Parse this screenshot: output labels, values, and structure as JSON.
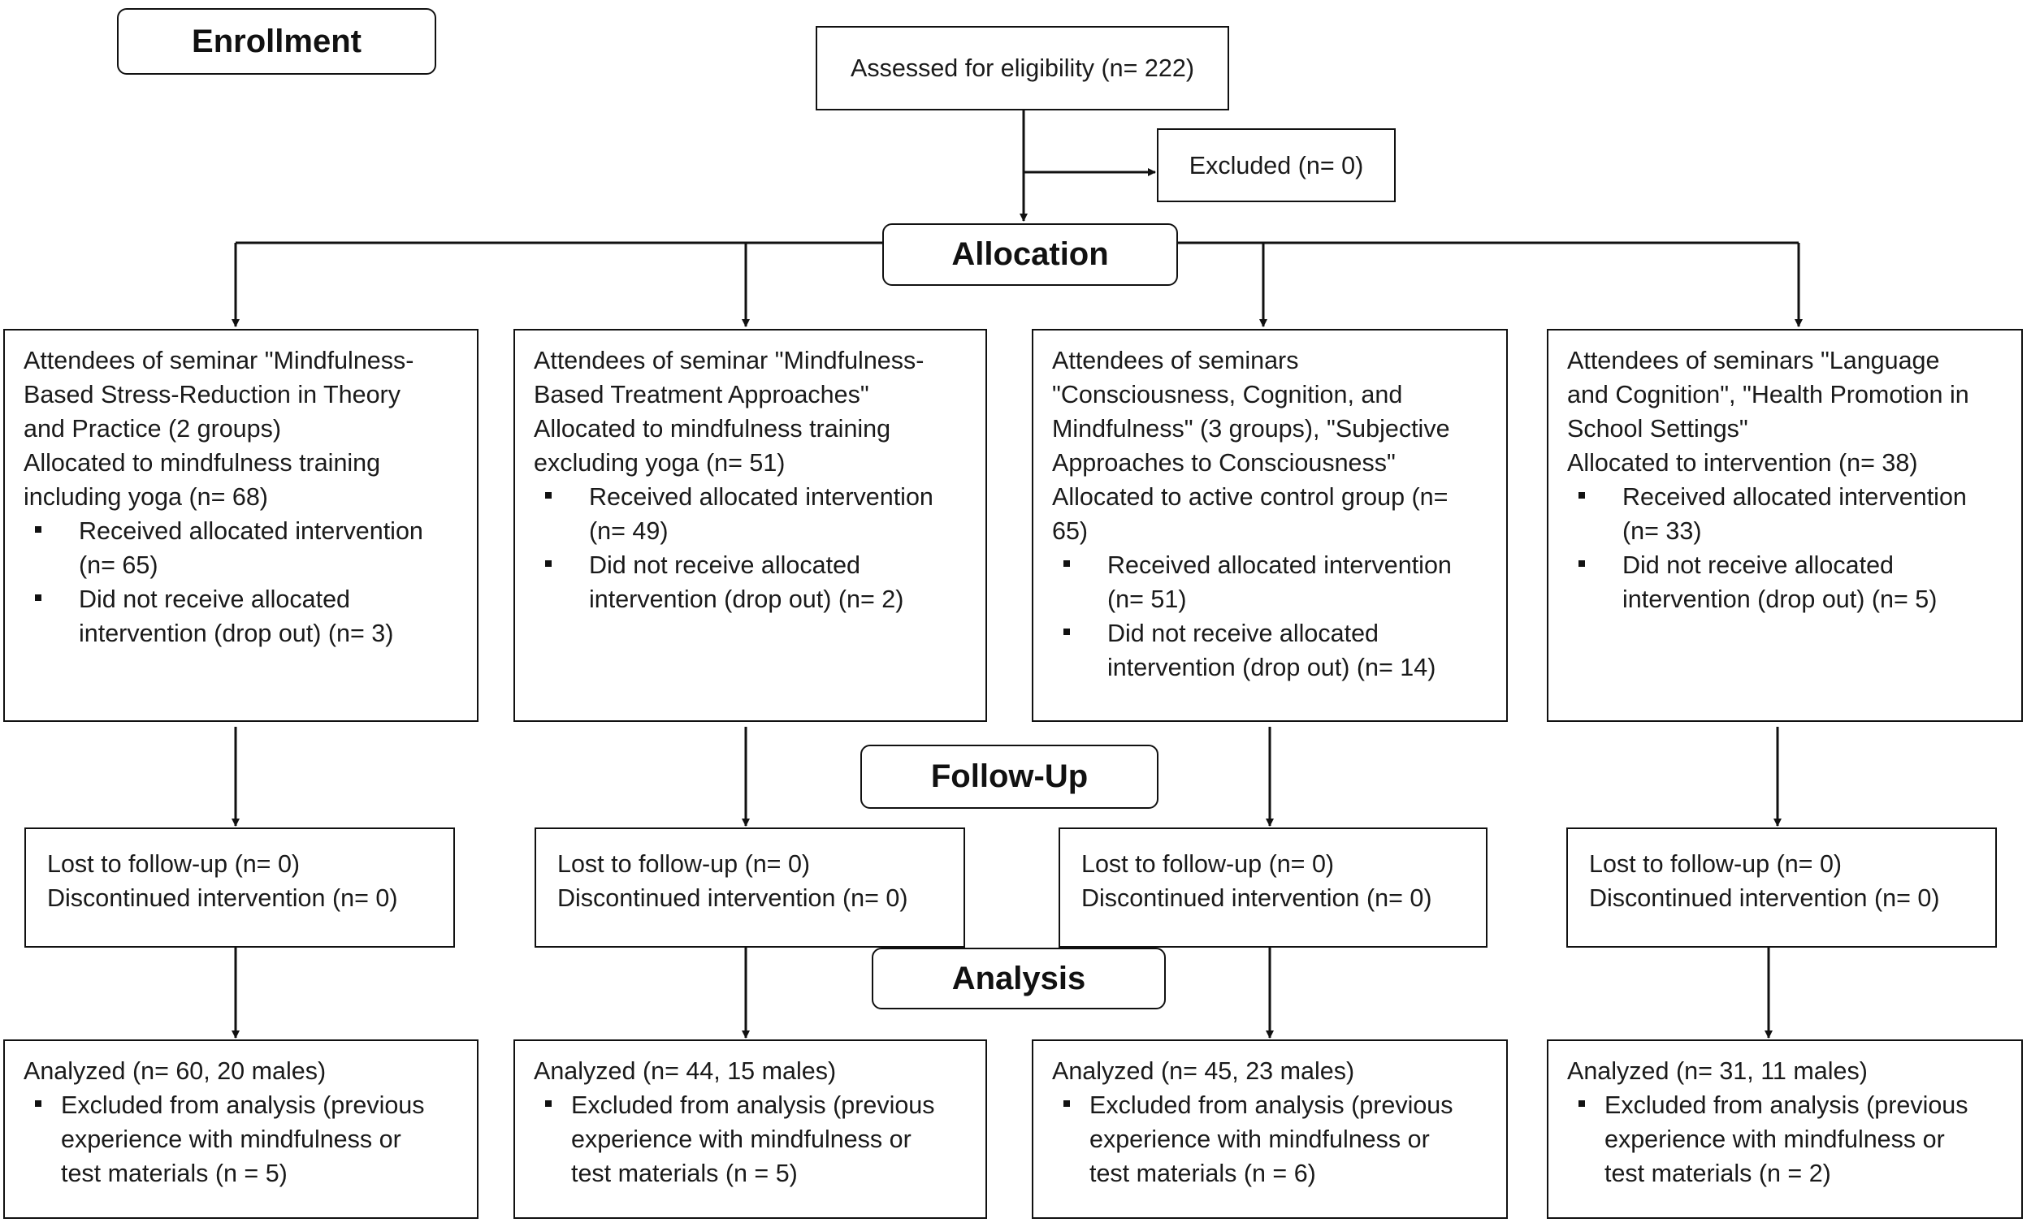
{
  "stages": {
    "enrollment": "Enrollment",
    "allocation": "Allocation",
    "follow_up": "Follow-Up",
    "analysis": "Analysis"
  },
  "assessed": "Assessed for eligibility (n= 222)",
  "excluded": "Excluded (n= 0)",
  "groups": [
    {
      "allocation": {
        "lines": [
          "Attendees of seminar \"Mindfulness-",
          "Based Stress-Reduction in Theory",
          "and Practice (2 groups)",
          "Allocated to mindfulness training",
          "including yoga (n= 68)"
        ],
        "bullets": [
          [
            "Received allocated intervention",
            "(n= 65)"
          ],
          [
            "Did not receive allocated",
            "intervention (drop out) (n= 3)"
          ]
        ]
      },
      "follow_up": [
        "Lost to follow-up (n= 0)",
        "Discontinued intervention (n= 0)"
      ],
      "analysis": {
        "analyzed": "Analyzed (n= 60, 20 males)",
        "bullet": [
          "Excluded from analysis (previous",
          "experience with mindfulness or",
          "test materials (n = 5)"
        ]
      }
    },
    {
      "allocation": {
        "lines": [
          "Attendees of seminar \"Mindfulness-",
          "Based Treatment Approaches\"",
          "Allocated to mindfulness training",
          "excluding yoga (n= 51)"
        ],
        "bullets": [
          [
            "Received allocated intervention",
            "(n= 49)"
          ],
          [
            "Did not receive allocated",
            "intervention (drop out) (n= 2)"
          ]
        ]
      },
      "follow_up": [
        "Lost to follow-up (n= 0)",
        "Discontinued intervention (n= 0)"
      ],
      "analysis": {
        "analyzed": "Analyzed (n= 44, 15 males)",
        "bullet": [
          "Excluded from analysis (previous",
          "experience with mindfulness or",
          "test materials (n = 5)"
        ]
      }
    },
    {
      "allocation": {
        "lines": [
          "Attendees of seminars",
          "\"Consciousness, Cognition, and",
          "Mindfulness\" (3 groups), \"Subjective",
          "Approaches to Consciousness\"",
          "Allocated to active control group (n=",
          "65)"
        ],
        "bullets": [
          [
            "Received allocated intervention",
            "(n= 51)"
          ],
          [
            "Did not receive allocated",
            "intervention (drop out) (n= 14)"
          ]
        ]
      },
      "follow_up": [
        "Lost to follow-up (n= 0)",
        "Discontinued intervention (n= 0)"
      ],
      "analysis": {
        "analyzed": "Analyzed (n= 45, 23 males)",
        "bullet": [
          "Excluded from analysis (previous",
          "experience with mindfulness or",
          "test materials (n = 6)"
        ]
      }
    },
    {
      "allocation": {
        "lines": [
          "Attendees of seminars \"Language",
          "and Cognition\", \"Health Promotion in",
          "School Settings\"",
          "Allocated to intervention (n= 38)"
        ],
        "bullets": [
          [
            "Received allocated intervention",
            "(n= 33)"
          ],
          [
            "Did not receive allocated",
            "intervention (drop out) (n= 5)"
          ]
        ]
      },
      "follow_up": [
        "Lost to follow-up (n= 0)",
        "Discontinued intervention (n= 0)"
      ],
      "analysis": {
        "analyzed": "Analyzed (n= 31, 11 males)",
        "bullet": [
          "Excluded from analysis (previous",
          "experience with mindfulness or",
          "test materials (n = 2)"
        ]
      }
    }
  ]
}
